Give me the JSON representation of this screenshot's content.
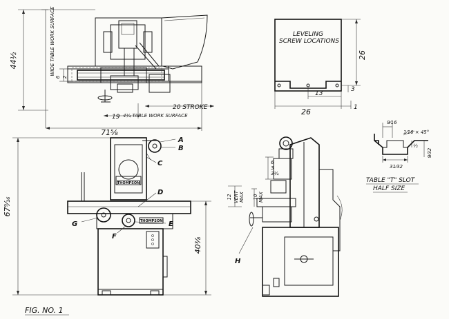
{
  "dimensions": {
    "total_height": "44½",
    "wide_table": "WIDE TABLE WORK SURFACE",
    "narrow_table": "4¼ TABLE WORK SURFACE",
    "table_19": "19",
    "stroke": "20 STROKE",
    "overall_width": "71⅝",
    "base_height": "67⁹⁄₁₆",
    "column_height": "40⅜",
    "leveling_title_1": "LEVELING",
    "leveling_title_2": "SCREW LOCATIONS",
    "lev_26_h": "26",
    "lev_26_w": "26",
    "lev_13": "13",
    "lev_3": "3",
    "lev_1": "1",
    "small_6": "6",
    "small_2": "2",
    "side_6": "6",
    "side_3": "3",
    "side_31": "3¼",
    "side_10": "10",
    "side_max1": "MAX",
    "side_max2": "MAX",
    "side_vert": "VERT",
    "side_12": "12",
    "tslot_916": "9⁄16",
    "tslot_chamfer": "1⁄16 × 45°",
    "tslot_w": "½",
    "tslot_3132": "31⁄32",
    "tslot_932": "9⁄32",
    "tslot_title": "TABLE \"T\" SLOT",
    "tslot_sub": "HALF SIZE"
  },
  "callouts": {
    "a": "A",
    "b": "B",
    "c": "C",
    "d": "D",
    "e": "E",
    "f": "F",
    "g": "G",
    "h": "H"
  },
  "brand": {
    "nameplate": "THOMPSON",
    "label_plate": "THOMPSON"
  },
  "figure": {
    "caption": "FIG. NO. 1"
  }
}
